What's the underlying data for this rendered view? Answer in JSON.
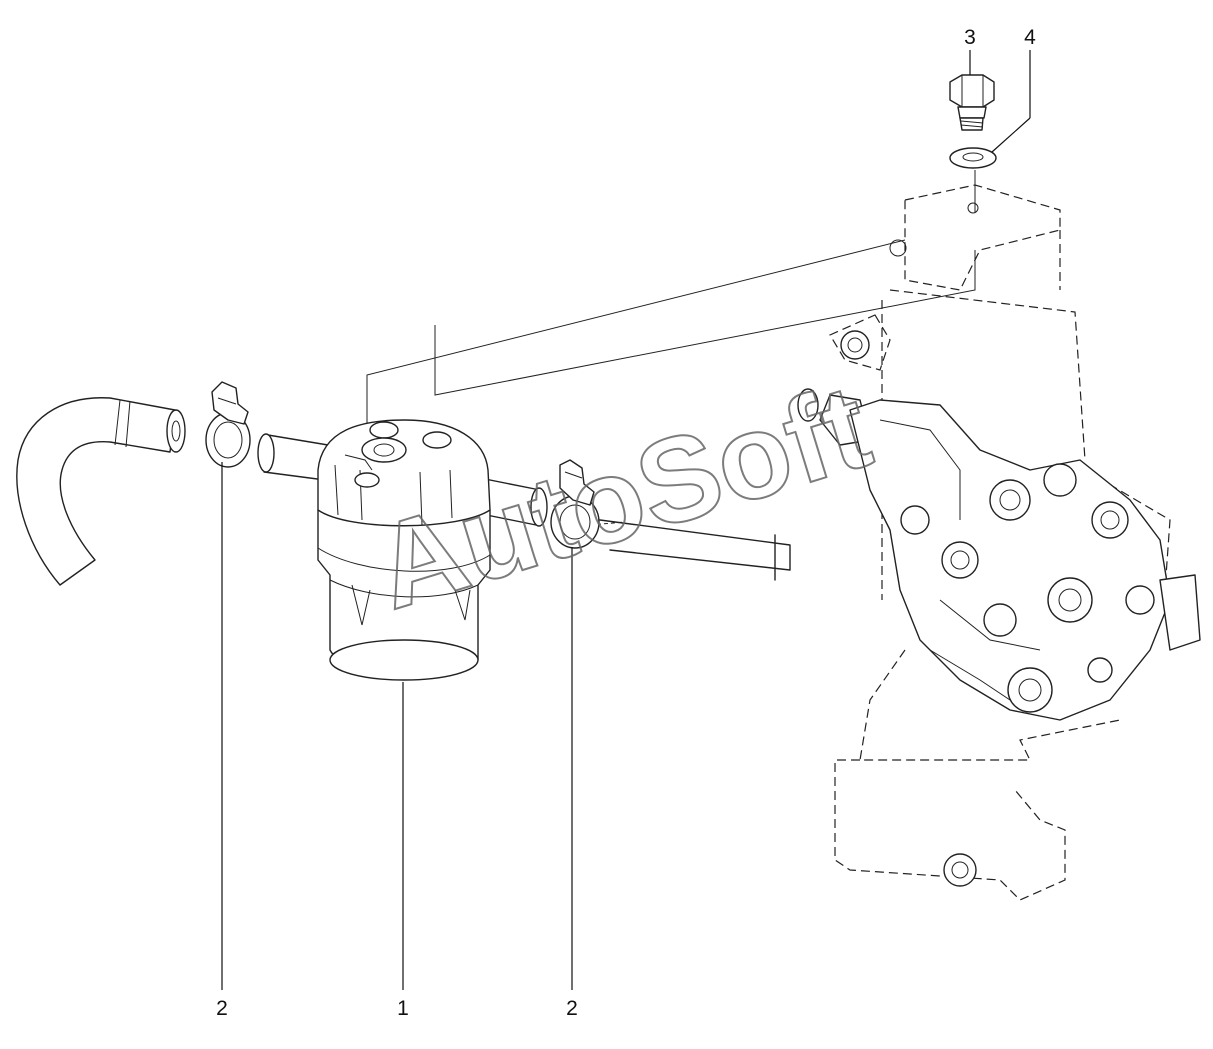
{
  "callouts": {
    "filter": "1",
    "clamp_left": "2",
    "clamp_right": "2",
    "bolt": "3",
    "washer": "4"
  },
  "watermark": "AutoSoft"
}
